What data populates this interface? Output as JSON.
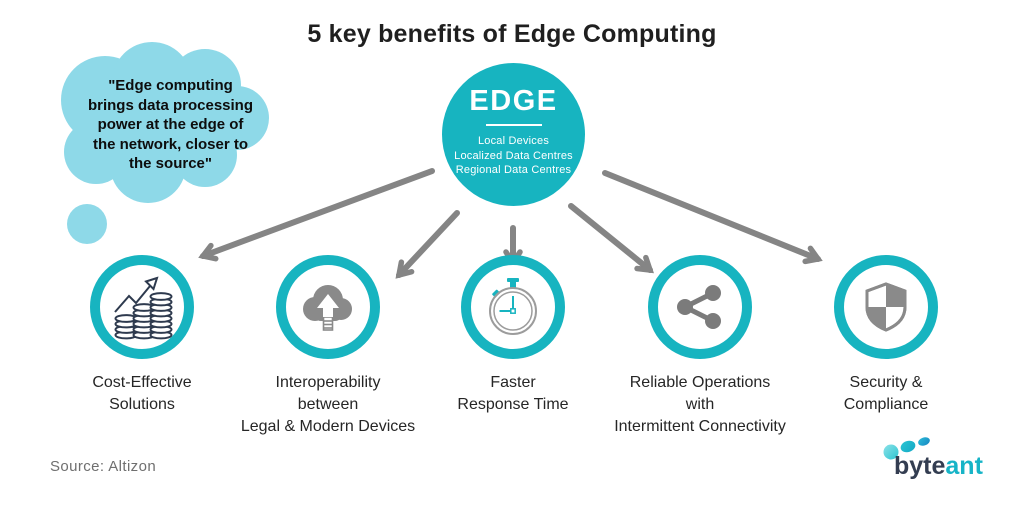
{
  "title": "5 key benefits of Edge Computing",
  "quote_bubble": {
    "text": "\"Edge computing\nbrings data processing\npower at the edge of\nthe network, closer to\nthe source\""
  },
  "edge_node": {
    "title": "EDGE",
    "sublines": "Local Devices\nLocalized Data Centres\nRegional Data Centres"
  },
  "benefits": [
    {
      "icon": "coins-growth-icon",
      "label": "Cost-Effective\nSolutions"
    },
    {
      "icon": "cloud-upload-icon",
      "label": "Interoperability\nbetween\nLegal & Modern Devices"
    },
    {
      "icon": "stopwatch-icon",
      "label": "Faster\nResponse Time"
    },
    {
      "icon": "share-network-icon",
      "label": "Reliable Operations\nwith\nIntermittent Connectivity"
    },
    {
      "icon": "shield-icon",
      "label": "Security &\nCompliance"
    }
  ],
  "source": "Source: Altizon",
  "logo": {
    "byte": "byte",
    "ant": "ant"
  },
  "colors": {
    "teal": "#17b4c0",
    "light_blue": "#8ed9e8",
    "arrow_grey": "#858585",
    "icon_grey": "#8a8a8a",
    "share_grey": "#7b7b7b",
    "rim_grey": "#9c9c9c",
    "navy": "#2e3a4e",
    "logo_navy": "#333d51",
    "logo_teal": "#17b4c7"
  }
}
